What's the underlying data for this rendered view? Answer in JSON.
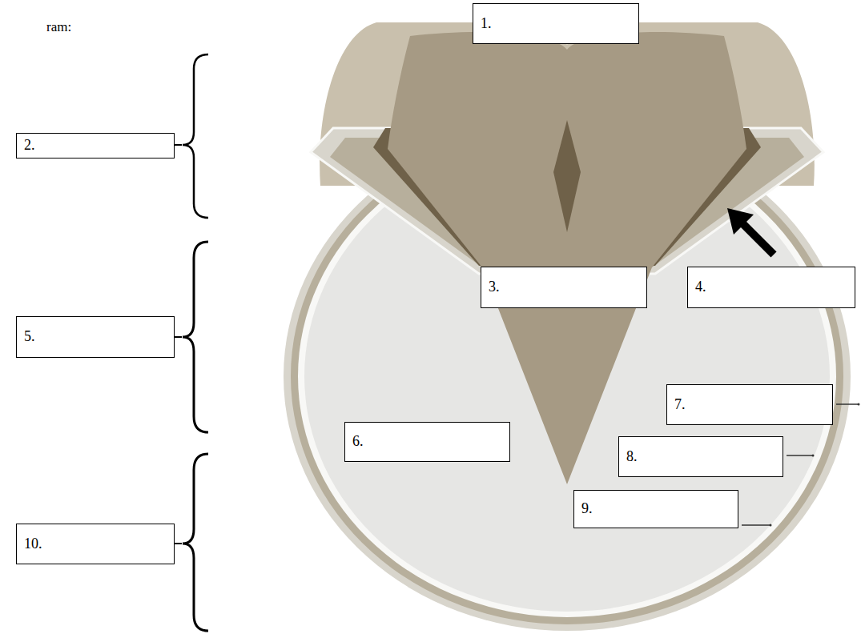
{
  "diagram": {
    "nodes": [
      {
        "text": [
          "1."
        ]
      },
      {
        "text": [
          "2."
        ]
      },
      {
        "text": [
          "3."
        ]
      },
      {
        "text": [
          "4."
        ]
      },
      {
        "text": [
          "5."
        ]
      },
      {
        "text": [
          "6."
        ]
      },
      {
        "text": [
          "7."
        ]
      },
      {
        "text": [
          "8."
        ]
      },
      {
        "text": [
          "9."
        ]
      },
      {
        "text": [
          "10."
        ]
      }
    ],
    "labels": [
      "ram:"
    ]
  }
}
